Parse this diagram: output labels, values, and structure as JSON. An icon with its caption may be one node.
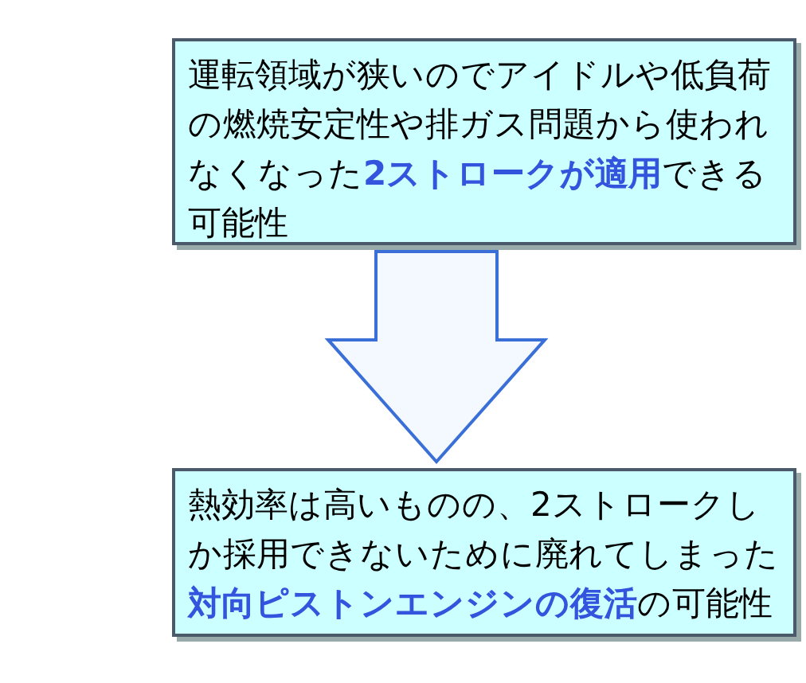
{
  "diagram": {
    "nodes": [
      {
        "text": [
          "運転領域が狭いのでアイドルや低負荷の燃焼安定性や排ガス問題から使われなくなった**2ストロークが適用**できる可能性"
        ]
      },
      {
        "text": [
          "熱効率は高いものの、2ストロークしか採用できないために廃れてしまった**対向ピストンエンジンの復活**の可能性"
        ]
      }
    ],
    "edges": [
      {
        "from": 0,
        "to": 1,
        "arrow": "to"
      }
    ]
  }
}
